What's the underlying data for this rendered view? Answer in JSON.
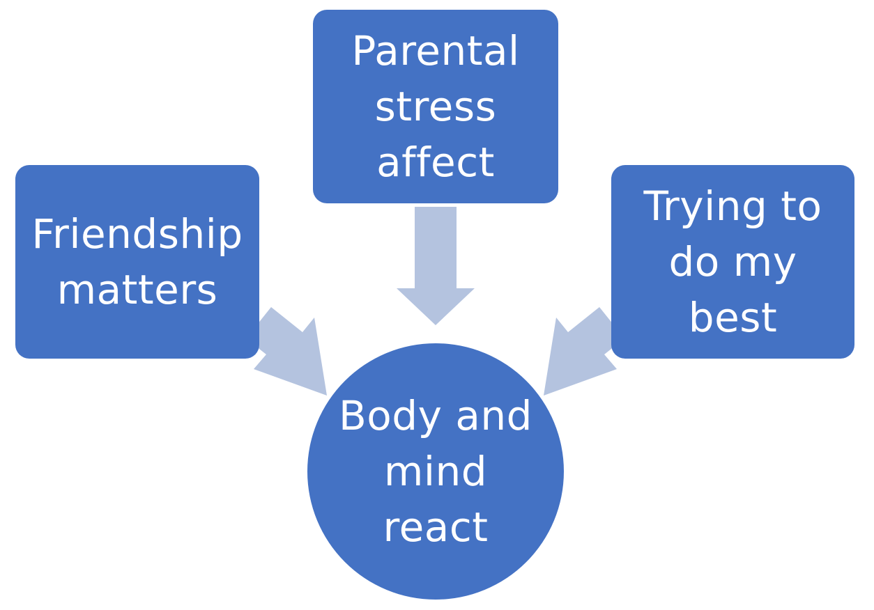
{
  "diagram": {
    "colors": {
      "node_fill": "#4472c4",
      "node_text": "#ffffff",
      "arrow_fill": "#b4c3df",
      "background": "#ffffff"
    },
    "nodes": {
      "top": {
        "label": "Parental\nstress\naffect"
      },
      "left": {
        "label": "Friendship\nmatters"
      },
      "right": {
        "label": "Trying to\ndo my\nbest"
      },
      "center": {
        "label": "Body and\nmind\nreact"
      }
    },
    "edges": [
      {
        "from": "top",
        "to": "center"
      },
      {
        "from": "left",
        "to": "center"
      },
      {
        "from": "right",
        "to": "center"
      }
    ]
  }
}
